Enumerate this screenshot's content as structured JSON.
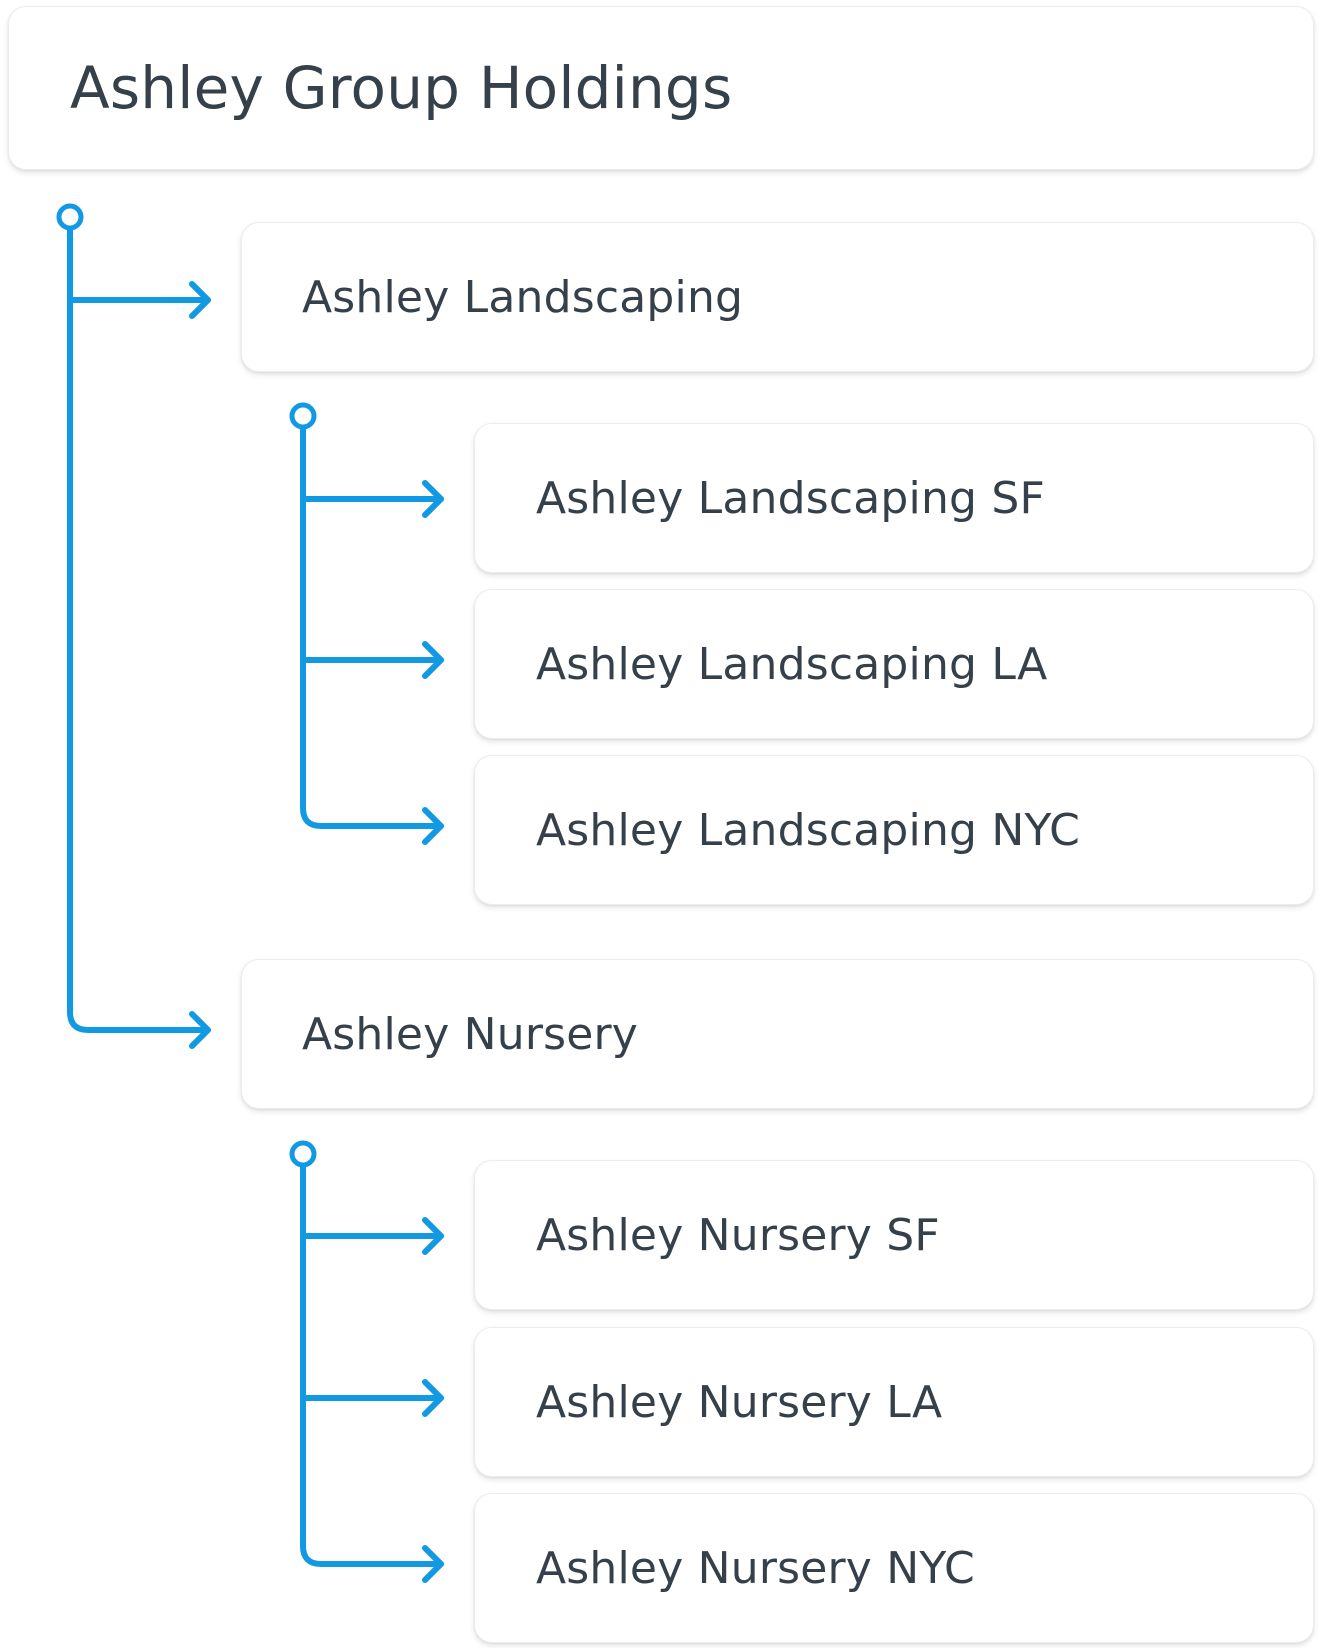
{
  "accent_color": "#1199e4",
  "root": {
    "title": "Ashley Group Holdings"
  },
  "groups": [
    {
      "label": "Ashley Landscaping",
      "children": [
        {
          "label": "Ashley Landscaping SF"
        },
        {
          "label": "Ashley Landscaping LA"
        },
        {
          "label": "Ashley Landscaping NYC"
        }
      ]
    },
    {
      "label": "Ashley Nursery",
      "children": [
        {
          "label": "Ashley Nursery SF"
        },
        {
          "label": "Ashley Nursery LA"
        },
        {
          "label": "Ashley Nursery NYC"
        }
      ]
    }
  ]
}
